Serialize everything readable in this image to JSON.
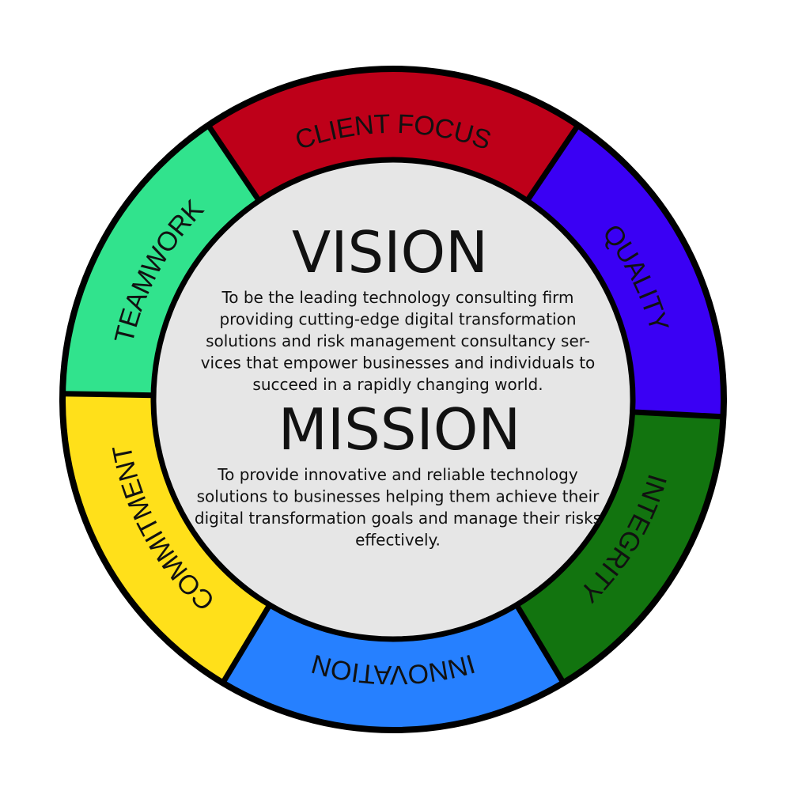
{
  "center": {
    "vision": {
      "title": "VISION",
      "lines": [
        "To be the leading technology consulting firm",
        "providing cutting-edge digital transformation",
        "solutions and risk management consultancy ser-",
        "vices that empower businesses and individuals to",
        "succeed in a rapidly changing world."
      ]
    },
    "mission": {
      "title": "MISSION",
      "lines": [
        "To provide innovative and reliable technology",
        "solutions to businesses helping them achieve their",
        "digital transformation goals and manage their risks",
        "effectively."
      ]
    }
  },
  "segments": [
    {
      "label": "CLIENT FOCUS",
      "color": "#be0019"
    },
    {
      "label": "QUALITY",
      "color": "#3a00f4"
    },
    {
      "label": "INTEGRITY",
      "color": "#12740f"
    },
    {
      "label": "INNOVATION",
      "color": "#2680ff"
    },
    {
      "label": "COMMITMENT",
      "color": "#ffe01a"
    },
    {
      "label": "TEAMWORK",
      "color": "#31e38d"
    }
  ],
  "colors": {
    "center_fill": "#e6e6e6",
    "outline": "#000000"
  }
}
